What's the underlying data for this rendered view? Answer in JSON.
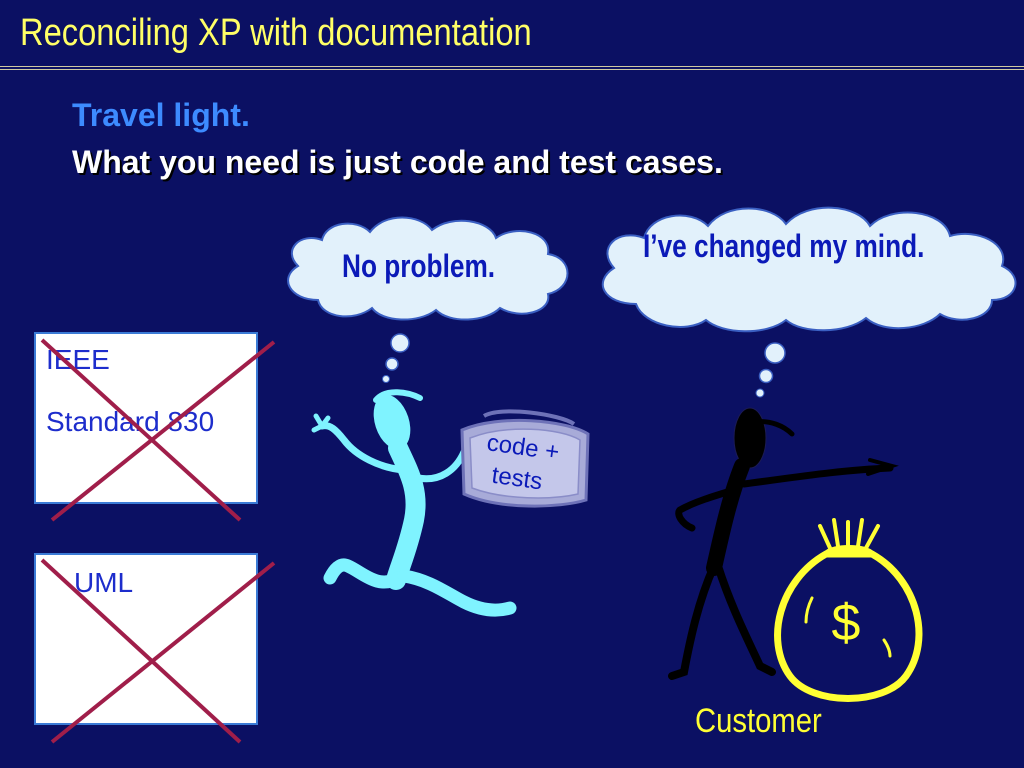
{
  "slide": {
    "title": "Reconciling XP with documentation",
    "subtitle_line1": "Travel light.",
    "subtitle_line2": "What you need is just code and test cases."
  },
  "cards": {
    "ieee": {
      "line1": "IEEE",
      "line2": "Standard 830",
      "crossed": true
    },
    "uml": {
      "line1": "UML",
      "crossed": true
    }
  },
  "bubbles": {
    "developer": "No problem.",
    "customer": "I’ve changed my mind."
  },
  "briefcase": {
    "line1": "code +",
    "line2": "tests"
  },
  "money_bag": {
    "symbol": "$"
  },
  "labels": {
    "customer": "Customer"
  },
  "colors": {
    "background": "#0b1063",
    "title": "#ffff66",
    "accent": "#3d8bff",
    "cross": "#a01e4a",
    "developer_figure": "#7ff3ff",
    "customer_figure": "#000000",
    "money_bag": "#ffff33"
  }
}
